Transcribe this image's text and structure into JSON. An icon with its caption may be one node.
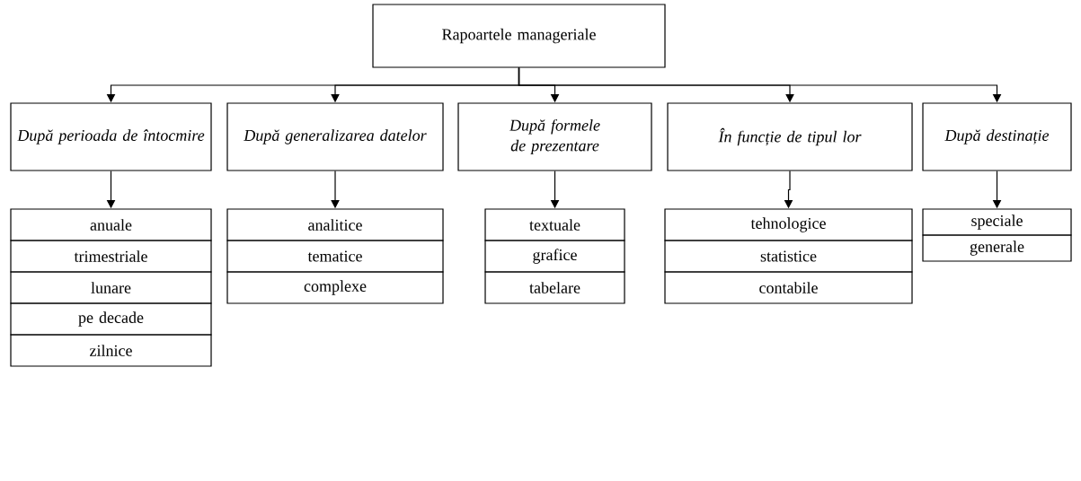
{
  "diagram": {
    "nodes": [
      {
        "text": [
          "Rapoartele manageriale"
        ]
      },
      {
        "text": [
          "*După perioada de întocmire*"
        ]
      },
      {
        "text": [
          "*După generalizarea datelor*"
        ]
      },
      {
        "text": [
          "*După formele de prezentare*"
        ]
      },
      {
        "text": [
          "*În funcție de tipul lor*"
        ]
      },
      {
        "text": [
          "*După destinație*"
        ]
      },
      {
        "text": [
          "anuale"
        ]
      },
      {
        "text": [
          "trimestriale"
        ]
      },
      {
        "text": [
          "lunare"
        ]
      },
      {
        "text": [
          "pe decade"
        ]
      },
      {
        "text": [
          "zilnice"
        ]
      },
      {
        "text": [
          "analitice"
        ]
      },
      {
        "text": [
          "tematice"
        ]
      },
      {
        "text": [
          "complexe"
        ]
      },
      {
        "text": [
          "textuale"
        ]
      },
      {
        "text": [
          "grafice"
        ]
      },
      {
        "text": [
          "tabelare"
        ]
      },
      {
        "text": [
          "tehnologice"
        ]
      },
      {
        "text": [
          "statistice"
        ]
      },
      {
        "text": [
          "contabile"
        ]
      },
      {
        "text": [
          "speciale"
        ]
      },
      {
        "text": [
          "generale"
        ]
      }
    ],
    "edges": [
      {
        "from": 0,
        "to": 1,
        "arrow": "to"
      },
      {
        "from": 0,
        "to": 2,
        "arrow": "to"
      },
      {
        "from": 0,
        "to": 3,
        "arrow": "to"
      },
      {
        "from": 0,
        "to": 4,
        "arrow": "to"
      },
      {
        "from": 0,
        "to": 5,
        "arrow": "to"
      },
      {
        "from": 1,
        "to": 6,
        "arrow": "to"
      },
      {
        "from": 2,
        "to": 11,
        "arrow": "to"
      },
      {
        "from": 3,
        "to": 14,
        "arrow": "to"
      },
      {
        "from": 4,
        "to": 17,
        "arrow": "to"
      },
      {
        "from": 5,
        "to": 20,
        "arrow": "to"
      }
    ]
  }
}
